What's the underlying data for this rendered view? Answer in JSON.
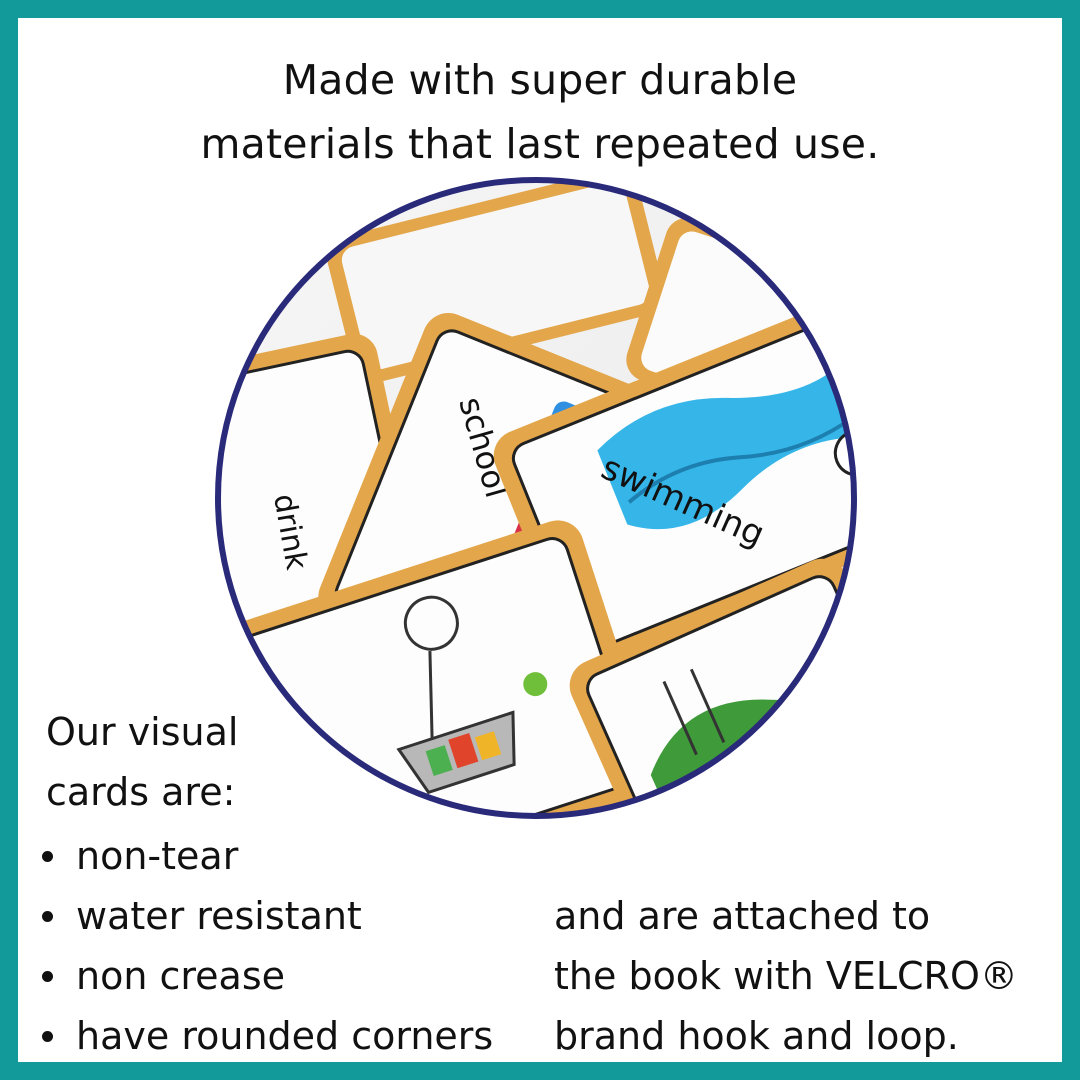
{
  "headline": {
    "line1": "Made with super durable",
    "line2": "materials that last repeated use."
  },
  "intro": {
    "line1": "Our visual",
    "line2": "cards are:"
  },
  "features": [
    "non-tear",
    "water resistant",
    "non crease",
    "have rounded corners"
  ],
  "attachment": {
    "line1": "and are attached to",
    "line2": "the book with VELCRO®",
    "line3": "brand hook and loop."
  },
  "photo": {
    "card_words": [
      "drink",
      "school",
      "swimming"
    ]
  },
  "colors": {
    "frame": "#12999a",
    "circle_border": "#2a2a7a",
    "card_border": "#e3a64a",
    "water": "#36b6e8"
  }
}
